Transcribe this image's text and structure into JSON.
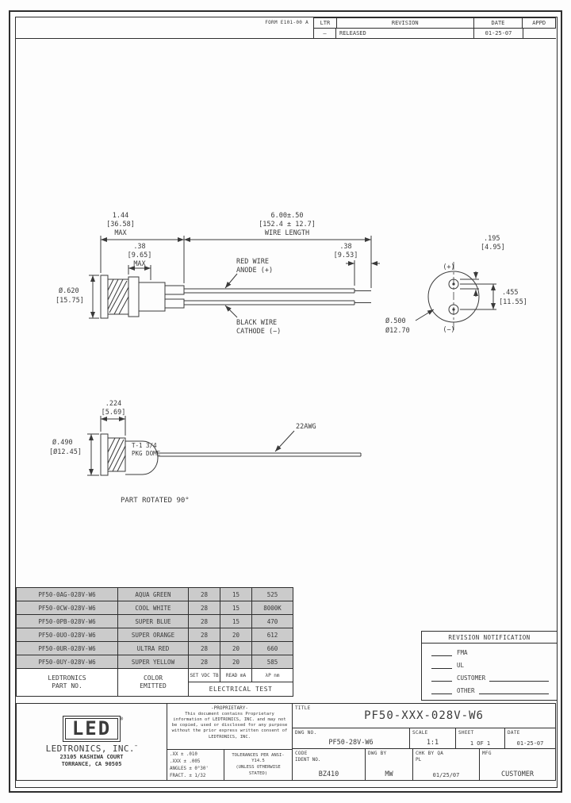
{
  "sheet": {
    "form_note": "FORM E101-00 A"
  },
  "revision_table": {
    "headers": {
      "ltr": "LTR",
      "revision": "REVISION",
      "date": "DATE",
      "appd": "APPD"
    },
    "row": {
      "ltr": "—",
      "revision": "RELEASED",
      "date": "01-25-07",
      "appd": ""
    }
  },
  "drawing": {
    "side_view": {
      "overall_len": "1.44",
      "overall_len_mm": "[36.58]",
      "overall_len_note": "MAX",
      "thread_len": ".38",
      "thread_len_mm": "[9.65]",
      "thread_len_note": "MAX",
      "flange_dia": "Ø.620",
      "flange_dia_mm": "[15.75]",
      "wire_len": "6.00±.50",
      "wire_len_mm": "[152.4 ± 12.7]",
      "wire_len_note": "WIRE LENGTH",
      "strip_len": ".38",
      "strip_len_mm": "[9.53]",
      "red_wire_line1": "RED WIRE",
      "red_wire_line2": "ANODE (+)",
      "black_wire_line1": "BLACK WIRE",
      "black_wire_line2": "CATHODE (−)"
    },
    "front_view": {
      "plus": "(+)",
      "minus": "(−)",
      "pin_dia": ".195",
      "pin_dia_mm": "[4.95]",
      "pin_spacing": ".455",
      "pin_spacing_mm": "[11.55]",
      "body_dia": "Ø.500",
      "body_dia_mm": "Ø12.70"
    },
    "rotated_view": {
      "tip_len": ".224",
      "tip_len_mm": "[5.69]",
      "body_dia": "Ø.490",
      "body_dia_mm": "[Ø12.45]",
      "pkg_line1": "T-1 3/4",
      "pkg_line2": "PKG DOME",
      "wire_gauge": "22AWG",
      "caption": "PART ROTATED 90°"
    }
  },
  "parts_table": {
    "headers": {
      "part_line1": "LEDTRONICS",
      "part_line2": "PART NO.",
      "color_line1": "COLOR",
      "color_line2": "EMITTED",
      "set": "SET VDC TB",
      "read": "READ mA",
      "lambda": "λP nm",
      "electrical": "ELECTRICAL TEST"
    },
    "rows": [
      {
        "part": "PF50-0AG-028V-W6",
        "color": "AQUA GREEN",
        "set": "28",
        "read": "15",
        "lambda": "525"
      },
      {
        "part": "PF50-0CW-028V-W6",
        "color": "COOL WHITE",
        "set": "28",
        "read": "15",
        "lambda": "8000K"
      },
      {
        "part": "PF50-0PB-028V-W6",
        "color": "SUPER BLUE",
        "set": "28",
        "read": "15",
        "lambda": "470"
      },
      {
        "part": "PF50-0UO-028V-W6",
        "color": "SUPER ORANGE",
        "set": "28",
        "read": "20",
        "lambda": "612"
      },
      {
        "part": "PF50-0UR-028V-W6",
        "color": "ULTRA RED",
        "set": "28",
        "read": "20",
        "lambda": "660"
      },
      {
        "part": "PF50-0UY-028V-W6",
        "color": "SUPER YELLOW",
        "set": "28",
        "read": "20",
        "lambda": "585"
      }
    ]
  },
  "revision_notification": {
    "title": "REVISION NOTIFICATION",
    "items": [
      "FMA",
      "UL",
      "CUSTOMER",
      "OTHER"
    ]
  },
  "title_block": {
    "logo_text": "LED",
    "logo_reg": "®",
    "company": "LEDTRONICS, INC.",
    "company_tm": "™",
    "address_1": "23105 KASHIWA COURT",
    "address_2": "TORRANCE, CA 90505",
    "proprietary_title": "-PROPRIETARY-",
    "proprietary_body": "This document contains Proprietary information of LEDTRONICS, INC. and may not be copied, used or disclosed for any purpose without the prior express written consent of LEDTRONICS, INC.",
    "tol_1": ".XX ± .010",
    "tol_2": ".XXX ± .005",
    "tol_3": "ANGLES ± 0°30'",
    "tol_4": "FRACT. ± 1/32",
    "tol_note_1": "TOLERANCES PER ANSI-Y14.5",
    "tol_note_2": "(UNLESS OTHERWISE STATED)",
    "title_label": "TITLE",
    "title": "PF50-XXX-028V-W6",
    "dwg_no_label": "DWG NO.",
    "dwg_no": "PF50-28V-W6",
    "scale_label": "SCALE",
    "scale": "1:1",
    "sheet_label": "SHEET",
    "sheet": "1  OF 1",
    "date_label": "DATE",
    "date": "01-25-07",
    "code_label_1": "CODE",
    "code_label_2": "IDENT NO.",
    "code_ident": "BZ410",
    "dwg_by_label": "DWG BY",
    "dwg_by": "MW",
    "chk_label": "CHK BY QA",
    "chk_by": "PL",
    "chk_date": "01/25/07",
    "mfg_label": "MFG",
    "mfg": "CUSTOMER"
  }
}
